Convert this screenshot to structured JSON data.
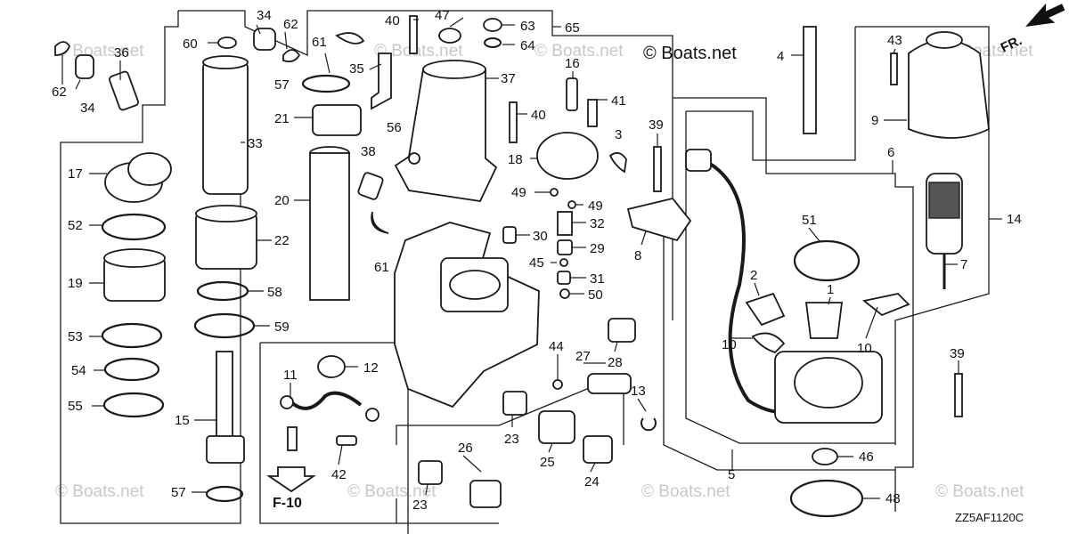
{
  "watermarks": [
    "© Boats.net",
    "© Boats.net",
    "© Boats.net",
    "© Boats.net",
    "© Boats.net",
    "© Boats.net",
    "© Boats.net",
    "© Boats.net"
  ],
  "copyright": "© Boats.net",
  "direction_label": "FR.",
  "ref_label": "F-10",
  "diagram_code": "ZZ5AF1120C",
  "callouts": {
    "c34a": "34",
    "c62a": "62",
    "c60": "60",
    "c36": "36",
    "c62b": "62",
    "c34b": "34",
    "c57a": "57",
    "c61a": "61",
    "c35": "35",
    "c40a": "40",
    "c47": "47",
    "c63": "63",
    "c64": "64",
    "c65": "65",
    "c37": "37",
    "c21": "21",
    "c56": "56",
    "c33": "33",
    "c38": "38",
    "c17": "17",
    "c20": "20",
    "c52": "52",
    "c22": "22",
    "c61b": "61",
    "c19": "19",
    "c58": "58",
    "c59": "59",
    "c53": "53",
    "c54": "54",
    "c55": "55",
    "c15": "15",
    "c57b": "57",
    "c16": "16",
    "c41": "41",
    "c40b": "40",
    "c3": "3",
    "c18": "18",
    "c49a": "49",
    "c49b": "49",
    "c32": "32",
    "c30": "30",
    "c29": "29",
    "c45": "45",
    "c31": "31",
    "c50": "50",
    "c8": "8",
    "c39a": "39",
    "c4": "4",
    "c43": "43",
    "c9": "9",
    "c6": "6",
    "c14": "14",
    "c7": "7",
    "c51": "51",
    "c2": "2",
    "c1": "1",
    "c10a": "10",
    "c10b": "10",
    "c39b": "39",
    "c46": "46",
    "c5": "5",
    "c48": "48",
    "c11": "11",
    "c12": "12",
    "c42": "42",
    "c44": "44",
    "c27": "27",
    "c28": "28",
    "c13": "13",
    "c23a": "23",
    "c25": "25",
    "c24": "24",
    "c26": "26",
    "c23b": "23"
  }
}
